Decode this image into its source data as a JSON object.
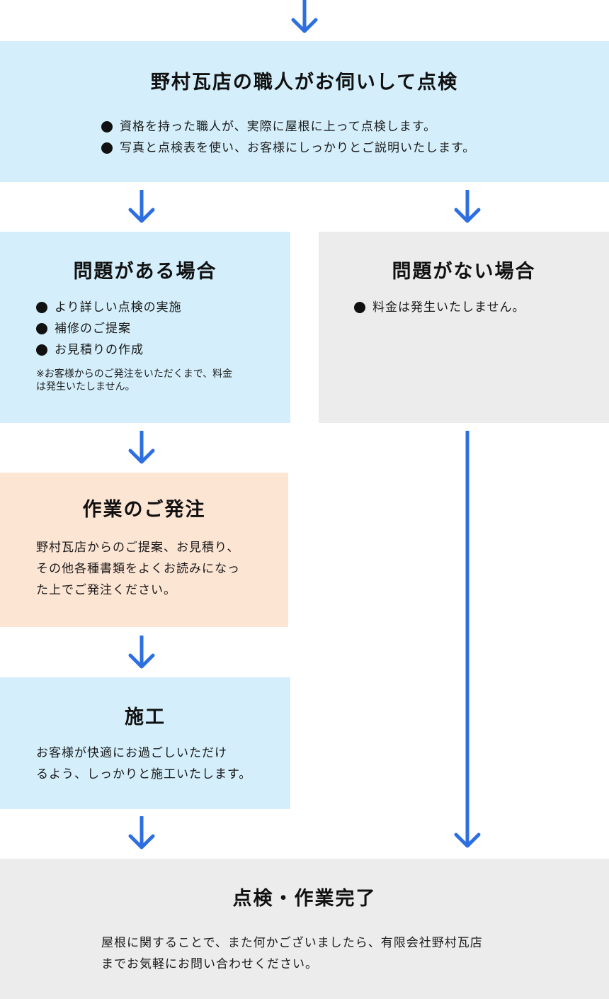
{
  "colors": {
    "arrow": "#2d6fe0",
    "blue_box": "#d4effb",
    "gray_box": "#ececec",
    "peach_box": "#fde5d4"
  },
  "inspection": {
    "title": "野村瓦店の職人がお伺いして点検",
    "bullets": [
      "資格を持った職人が、実際に屋根に上って点検します。",
      "写真と点検表を使い、お客様にしっかりとご説明いたします。"
    ]
  },
  "problem": {
    "title": "問題がある場合",
    "bullets": [
      "より詳しい点検の実施",
      "補修のご提案",
      "お見積りの作成"
    ],
    "note_lines": [
      "※お客様からのご発注をいただくまで、料金",
      "は発生いたしません。"
    ]
  },
  "no_problem": {
    "title": "問題がない場合",
    "bullets": [
      "料金は発生いたしません。"
    ]
  },
  "order": {
    "title": "作業のご発注",
    "lines": [
      "野村瓦店からのご提案、お見積り、",
      "その他各種書類をよくお読みになっ",
      "た上でご発注ください。"
    ]
  },
  "construction": {
    "title": "施工",
    "lines": [
      "お客様が快適にお過ごしいただけ",
      "るよう、しっかりと施工いたします。"
    ]
  },
  "complete": {
    "title": "点検・作業完了",
    "lines": [
      "屋根に関することで、また何かございましたら、有限会社野村瓦店",
      "までお気軽にお問い合わせください。"
    ]
  }
}
